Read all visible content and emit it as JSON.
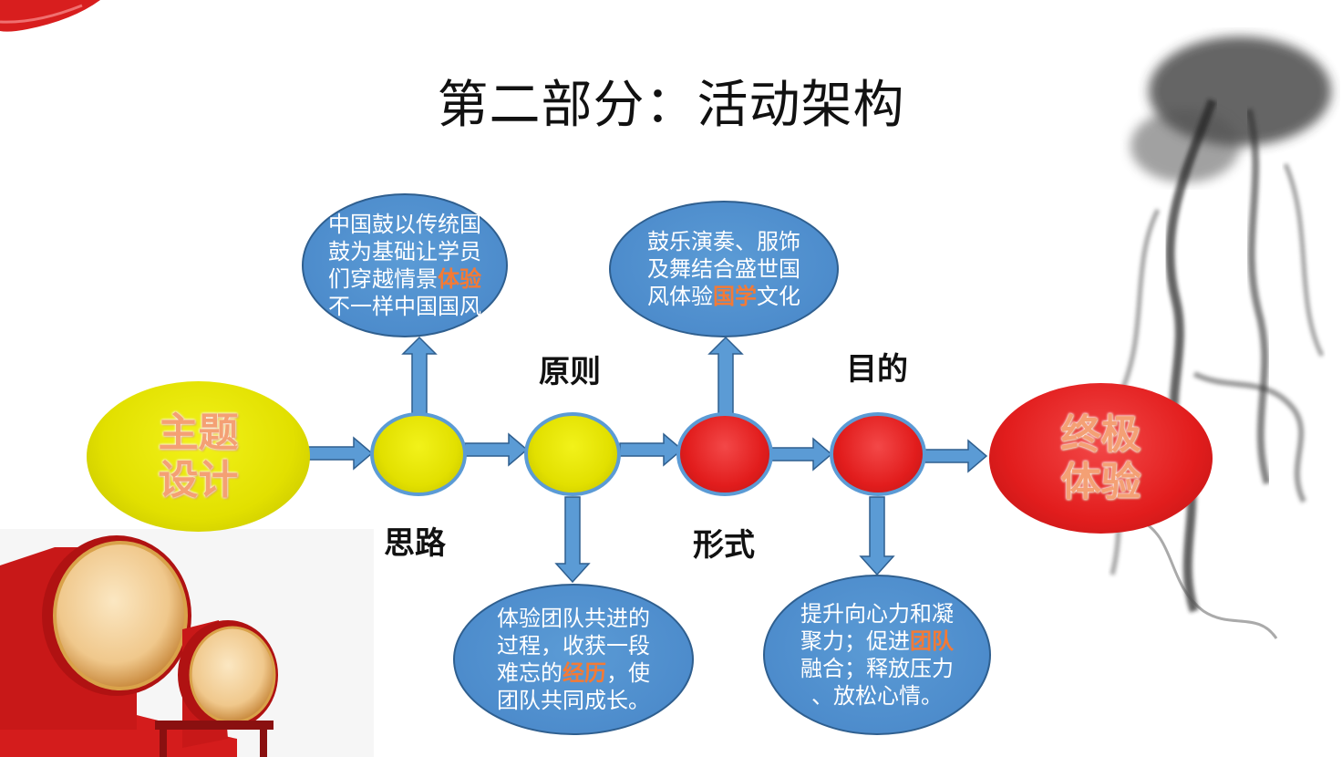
{
  "title": "第二部分：活动架构",
  "main_nodes": {
    "start": "主题\n设计",
    "end": "终极\n体验"
  },
  "stage_labels": {
    "silu": "思路",
    "yuanze": "原则",
    "xingshi": "形式",
    "mudi": "目的"
  },
  "bubbles": {
    "silu": {
      "before": "中国鼓以传统国\n鼓为基础让学员\n们穿越情景",
      "highlight": "体验",
      "after": "\n不一样中国国风"
    },
    "yuanze": {
      "before": "体验团队共进的\n过程，收获一段\n难忘的",
      "highlight": "经历",
      "after": "，使\n团队共同成长。"
    },
    "xingshi": {
      "before": "鼓乐演奏、服饰\n及舞结合盛世国\n风体验",
      "highlight": "国学",
      "after": "文化"
    },
    "mudi": {
      "before": "提升向心力和凝\n聚力；促进",
      "highlight": "团队",
      "after": "\n融合；释放压力\n、放松心情。"
    }
  },
  "colors": {
    "bubble": "#5b9bd5",
    "yellow_node": "#e2e000",
    "red_node": "#e21d1d",
    "highlight": "#f47a35",
    "main_text": "#f4a074"
  }
}
